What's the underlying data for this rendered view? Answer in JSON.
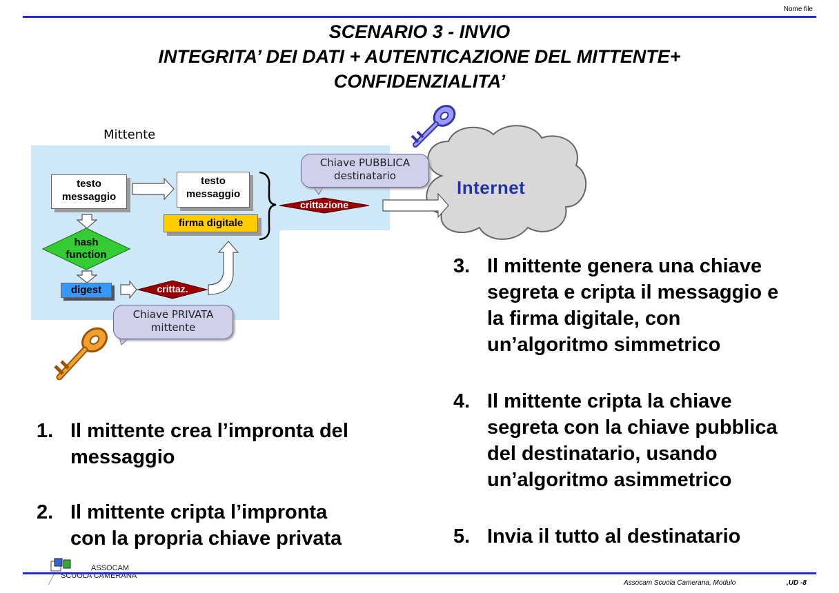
{
  "header": {
    "file_label": "Nome file",
    "title_lines": [
      "SCENARIO 3 - INVIO",
      "INTEGRITA’ DEI DATI + AUTENTICAZIONE DEL MITTENTE+",
      "CONFIDENZIALITA’"
    ]
  },
  "diagram": {
    "group_label": "Mittente",
    "box_testo_1": [
      "testo",
      "messaggio"
    ],
    "box_testo_2": [
      "testo",
      "messaggio"
    ],
    "firma_label": "firma digitale",
    "hash_label": [
      "hash",
      "function"
    ],
    "digest_label": "digest",
    "crittaz_label": "crittaz.",
    "crittazione_label": "crittazione",
    "callout_public": [
      "Chiave PUBBLICA",
      "destinatario"
    ],
    "callout_private": [
      "Chiave PRIVATA",
      "mittente"
    ],
    "internet_label": "Internet",
    "colors": {
      "background": "#cfe8f7",
      "diamond_green": "#33cc33",
      "diamond_red": "#990000",
      "yellow": "#ffcc00",
      "blue": "#3399ff",
      "cloud": "#d8d8d8"
    }
  },
  "steps_left": [
    {
      "num": "1.",
      "lines": [
        "Il mittente crea l’impronta del",
        "messaggio"
      ]
    },
    {
      "num": "2.",
      "lines": [
        "Il mittente cripta l’impronta",
        "con la propria chiave privata"
      ]
    }
  ],
  "steps_right": [
    {
      "num": "3.",
      "lines": [
        "Il mittente genera una chiave",
        "segreta e cripta il messaggio e",
        "la firma digitale, con",
        "un’algoritmo simmetrico"
      ]
    },
    {
      "num": "4.",
      "lines": [
        "Il mittente cripta la chiave",
        "segreta con la chiave pubblica",
        "del destinatario, usando",
        "un’algoritmo asimmetrico"
      ]
    },
    {
      "num": "5.",
      "lines": [
        "Invia il tutto al destinatario"
      ]
    }
  ],
  "footer": {
    "logo_lines": [
      "ASSOCAM",
      "SCUOLA CAMERANA"
    ],
    "left_text": "Assocam Scuola Camerana, Modulo",
    "right_text": ",UD  -8"
  }
}
